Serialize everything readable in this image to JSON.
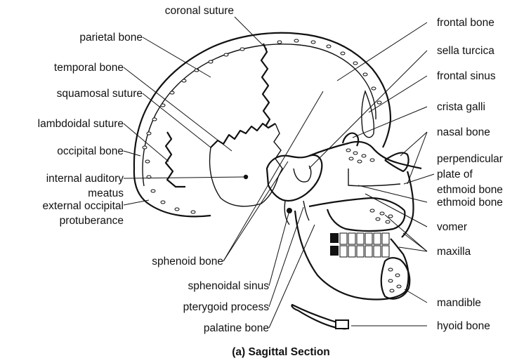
{
  "labels": {
    "left": {
      "coronal_suture": "coronal suture",
      "parietal_bone": "parietal bone",
      "temporal_bone": "temporal bone",
      "squamosal_suture": "squamosal suture",
      "lambdoidal_suture": "lambdoidal suture",
      "occipital_bone": "occipital bone",
      "internal_auditory_1": "internal auditory",
      "internal_auditory_2": "meatus",
      "external_occipital_1": "external occipital",
      "external_occipital_2": "protuberance",
      "sphenoid_bone": "sphenoid bone",
      "sphenoidal_sinus": "sphenoidal sinus",
      "pterygoid_process": "pterygoid process",
      "palatine_bone": "palatine bone"
    },
    "right": {
      "frontal_bone": "frontal bone",
      "sella_turcica": "sella turcica",
      "frontal_sinus": "frontal sinus",
      "crista_galli": "crista galli",
      "nasal_bone": "nasal bone",
      "perpendicular_1": "perpendicular",
      "perpendicular_2": "plate of",
      "perpendicular_3": "ethmoid bone",
      "ethmoid_bone": "ethmoid bone",
      "vomer": "vomer",
      "maxilla": "maxilla",
      "mandible": "mandible",
      "hyoid_bone": "hyoid bone"
    }
  },
  "caption": "(a) Sagittal Section"
}
